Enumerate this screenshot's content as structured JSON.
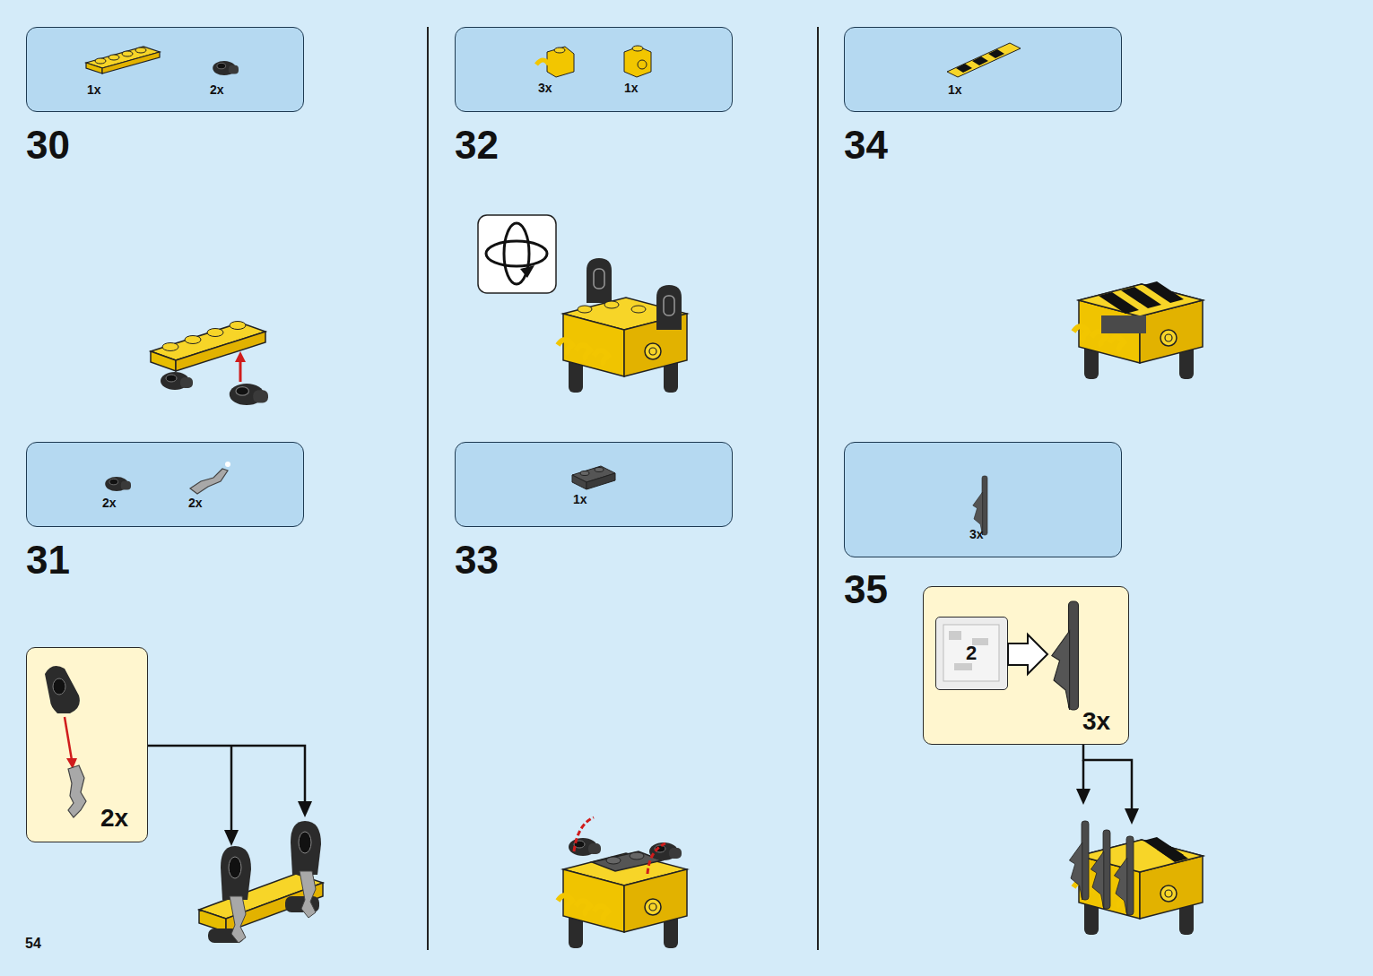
{
  "diagram": {
    "nodes": [
      {
        "text": [
          "1x",
          "2x"
        ]
      },
      {
        "text": [
          "2x",
          "2x"
        ]
      },
      {
        "text": [
          "2x"
        ]
      },
      {
        "text": [
          "3x",
          "1x"
        ]
      },
      {
        "text": [
          "1x"
        ]
      },
      {
        "text": [
          "1x"
        ]
      },
      {
        "text": [
          "3x"
        ]
      },
      {
        "text": [
          "3x"
        ]
      },
      {
        "text": [
          "2"
        ],
        "in": 7
      }
    ],
    "labels": [
      "30",
      "31",
      "32",
      "33",
      "34",
      "35",
      "54"
    ]
  }
}
